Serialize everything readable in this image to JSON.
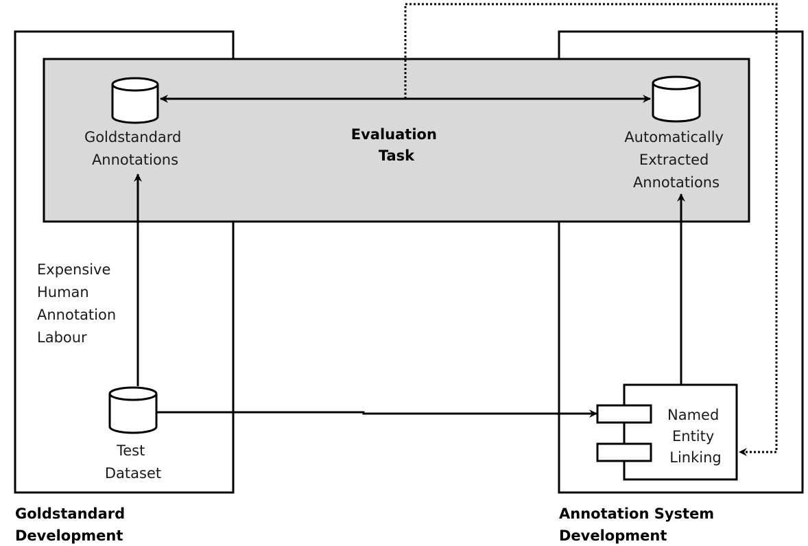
{
  "colors": {
    "line": "#000000",
    "eval_fill": "#d9d9d9",
    "white": "#ffffff"
  },
  "labels": {
    "evaluation_task": [
      "Evaluation",
      "Task"
    ],
    "goldstandard_annotations": [
      "Goldstandard",
      "Annotations"
    ],
    "auto_extracted_annotations": [
      "Automatically",
      "Extracted",
      "Annotations"
    ],
    "human_labour": [
      "Expensive",
      "Human",
      "Annotation",
      "Labour"
    ],
    "test_dataset": [
      "Test",
      "Dataset"
    ],
    "nel_component": [
      "Named",
      "Entity",
      "Linking"
    ],
    "goldstandard_dev": [
      "Goldstandard",
      "Development"
    ],
    "annotation_system_dev": [
      "Annotation System",
      "Development"
    ]
  },
  "icons": [
    "database-icon",
    "component-icon"
  ]
}
